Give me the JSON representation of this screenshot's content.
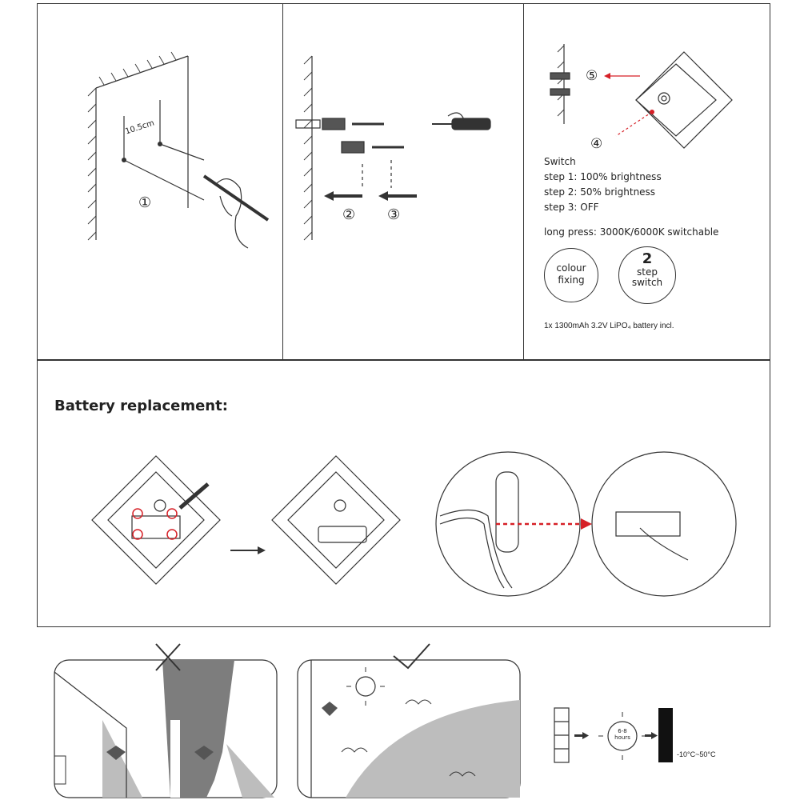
{
  "panel1": {
    "measure_label": "10.5cm",
    "step_marker": "①"
  },
  "panel2": {
    "step_marker_a": "②",
    "step_marker_b": "③"
  },
  "panel3": {
    "marker_5": "⑤",
    "marker_4": "④",
    "switch_title": "Switch",
    "step1": "step 1: 100% brightness",
    "step2": "step 2: 50% brightness",
    "step3": "step 3: OFF",
    "long_press": "long press: 3000K/6000K switchable",
    "badge_colour_line1": "colour",
    "badge_colour_line2": "fixing",
    "badge_step_number": "2",
    "badge_step_line1": "step",
    "badge_step_line2": "switch",
    "battery_note": "1x 1300mAh 3.2V LiPO₄ battery incl."
  },
  "battery_section": {
    "heading": "Battery replacement:"
  },
  "placement": {
    "wrong_mark": "✕",
    "right_mark": "✓",
    "charge_hours": "6-8\nhours",
    "temp_range": "-10°C~50°C"
  },
  "colors": {
    "accent_red": "#d62027",
    "line": "#333333",
    "shade": "#bdbdbd"
  }
}
